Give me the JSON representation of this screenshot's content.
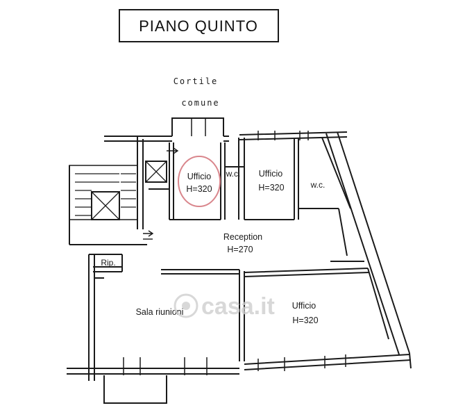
{
  "title": "PIANO QUINTO",
  "courtyard": {
    "line1": "Cortile",
    "line2": "comune"
  },
  "rooms": {
    "office_left": {
      "name": "Ufficio",
      "height": "H=320"
    },
    "wc_left": {
      "name": "w.c."
    },
    "office_mid": {
      "name": "Ufficio",
      "height": "H=320"
    },
    "wc_right": {
      "name": "w.c."
    },
    "reception": {
      "name": "Reception",
      "height": "H=270"
    },
    "storage": {
      "name": "Rip."
    },
    "meeting": {
      "name": "Sala riunioni"
    },
    "office_big": {
      "name": "Ufficio",
      "height": "H=320"
    }
  },
  "watermark": "casa.it",
  "colors": {
    "ink": "#1a1a1a",
    "highlight": "#d9868c",
    "watermark": "#cfcfcf"
  }
}
